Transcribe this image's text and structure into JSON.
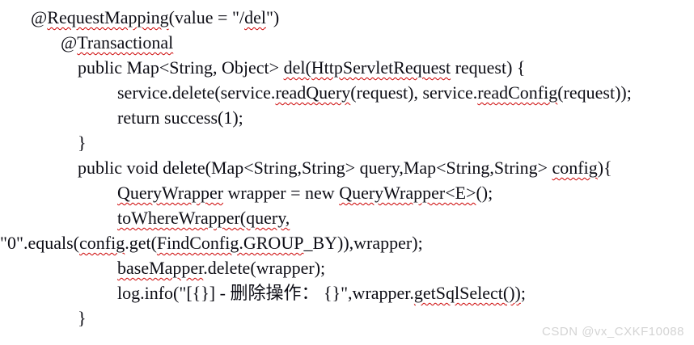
{
  "colors": {
    "background": "#ffffff",
    "text": "#0d0d15",
    "spellcheck_underline": "#cc0000",
    "watermark": "#d4d4d4"
  },
  "watermark": {
    "label": "CSDN @vx_CXKF10088"
  },
  "code": {
    "language": "java",
    "lines": [
      {
        "indent": 1,
        "segments": [
          {
            "t": "@",
            "wavy": false
          },
          {
            "t": "RequestMapping",
            "wavy": true
          },
          {
            "t": "(value = \"/",
            "wavy": false
          },
          {
            "t": "del",
            "wavy": true
          },
          {
            "t": "\")",
            "wavy": false
          }
        ]
      },
      {
        "indent": 2,
        "segments": [
          {
            "t": "@",
            "wavy": false
          },
          {
            "t": "Transactional",
            "wavy": true
          }
        ]
      },
      {
        "indent": 3,
        "segments": [
          {
            "t": "public Map<String, Object> ",
            "wavy": false
          },
          {
            "t": "del(HttpServletRequest",
            "wavy": true
          },
          {
            "t": " request) {",
            "wavy": false
          }
        ]
      },
      {
        "indent": 4,
        "segments": [
          {
            "t": "service.delete(service.",
            "wavy": false
          },
          {
            "t": "readQuery",
            "wavy": true
          },
          {
            "t": "(request), service.",
            "wavy": false
          },
          {
            "t": "readConfig",
            "wavy": true
          },
          {
            "t": "(request));",
            "wavy": false
          }
        ]
      },
      {
        "indent": 4,
        "segments": [
          {
            "t": "return success(1);",
            "wavy": false
          }
        ]
      },
      {
        "indent": 3,
        "segments": [
          {
            "t": "}",
            "wavy": false
          }
        ]
      },
      {
        "indent": 3,
        "segments": [
          {
            "t": "public void delete(Map<String,String> query,Map<String,String> ",
            "wavy": false
          },
          {
            "t": "config",
            "wavy": true
          },
          {
            "t": "){",
            "wavy": false
          }
        ]
      },
      {
        "indent": 4,
        "segments": [
          {
            "t": "QueryWrapper",
            "wavy": true
          },
          {
            "t": " wrapper = new ",
            "wavy": false
          },
          {
            "t": "QueryWrapper<E>",
            "wavy": true
          },
          {
            "t": "();",
            "wavy": false
          }
        ]
      },
      {
        "indent": 4,
        "segments": [
          {
            "t": "toWhereWrapper(query,",
            "wavy": true
          }
        ]
      },
      {
        "indent": 0,
        "segments": [
          {
            "t": "\"0\".equals(",
            "wavy": false
          },
          {
            "t": "config",
            "wavy": true
          },
          {
            "t": ".get(",
            "wavy": false
          },
          {
            "t": "FindConfig.GROUP",
            "wavy": true
          },
          {
            "t": "_BY)),wrapper);",
            "wavy": false
          }
        ]
      },
      {
        "indent": 4,
        "segments": [
          {
            "t": "baseMapper",
            "wavy": true
          },
          {
            "t": ".delete(wrapper);",
            "wavy": false
          }
        ]
      },
      {
        "indent": 4,
        "segments": [
          {
            "t": "log.info(\"[{}] - 删除操作： {}\",wrapper.",
            "wavy": false
          },
          {
            "t": "getSqlSelect())",
            "wavy": true
          },
          {
            "t": ";",
            "wavy": false
          }
        ]
      },
      {
        "indent": 3,
        "segments": [
          {
            "t": "}",
            "wavy": false
          }
        ]
      }
    ]
  }
}
